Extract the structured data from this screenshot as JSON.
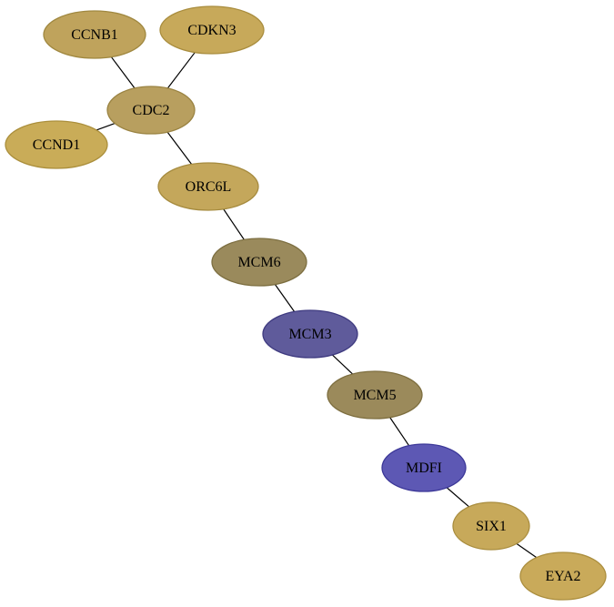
{
  "graph": {
    "nodes": [
      {
        "id": "CCNB1",
        "label": "CCNB1",
        "fill": "#bfa35c",
        "stroke": "#a08840"
      },
      {
        "id": "CDKN3",
        "label": "CDKN3",
        "fill": "#c7a95a",
        "stroke": "#a98d3e"
      },
      {
        "id": "CDC2",
        "label": "CDC2",
        "fill": "#b89f5f",
        "stroke": "#9a8342"
      },
      {
        "id": "CCND1",
        "label": "CCND1",
        "fill": "#c9ac58",
        "stroke": "#ab8f3c"
      },
      {
        "id": "ORC6L",
        "label": "ORC6L",
        "fill": "#c4a75b",
        "stroke": "#a68b3f"
      },
      {
        "id": "MCM6",
        "label": "MCM6",
        "fill": "#9a8a5c",
        "stroke": "#7d6f41"
      },
      {
        "id": "MCM3",
        "label": "MCM3",
        "fill": "#5f5b9b",
        "stroke": "#3f3b80"
      },
      {
        "id": "MCM5",
        "label": "MCM5",
        "fill": "#9b8a5b",
        "stroke": "#7e6f40"
      },
      {
        "id": "MDFI",
        "label": "MDFI",
        "fill": "#5d58b4",
        "stroke": "#3c3898"
      },
      {
        "id": "SIX1",
        "label": "SIX1",
        "fill": "#c7a95a",
        "stroke": "#a98d3e"
      },
      {
        "id": "EYA2",
        "label": "EYA2",
        "fill": "#c9aa5a",
        "stroke": "#ab8e3e"
      }
    ],
    "edges": [
      {
        "source": "CCNB1",
        "target": "CDC2"
      },
      {
        "source": "CDKN3",
        "target": "CDC2"
      },
      {
        "source": "CCND1",
        "target": "CDC2"
      },
      {
        "source": "CDC2",
        "target": "ORC6L"
      },
      {
        "source": "ORC6L",
        "target": "MCM6"
      },
      {
        "source": "MCM6",
        "target": "MCM3"
      },
      {
        "source": "MCM3",
        "target": "MCM5"
      },
      {
        "source": "MCM5",
        "target": "MDFI"
      },
      {
        "source": "MDFI",
        "target": "SIX1"
      },
      {
        "source": "SIX1",
        "target": "EYA2"
      }
    ]
  }
}
